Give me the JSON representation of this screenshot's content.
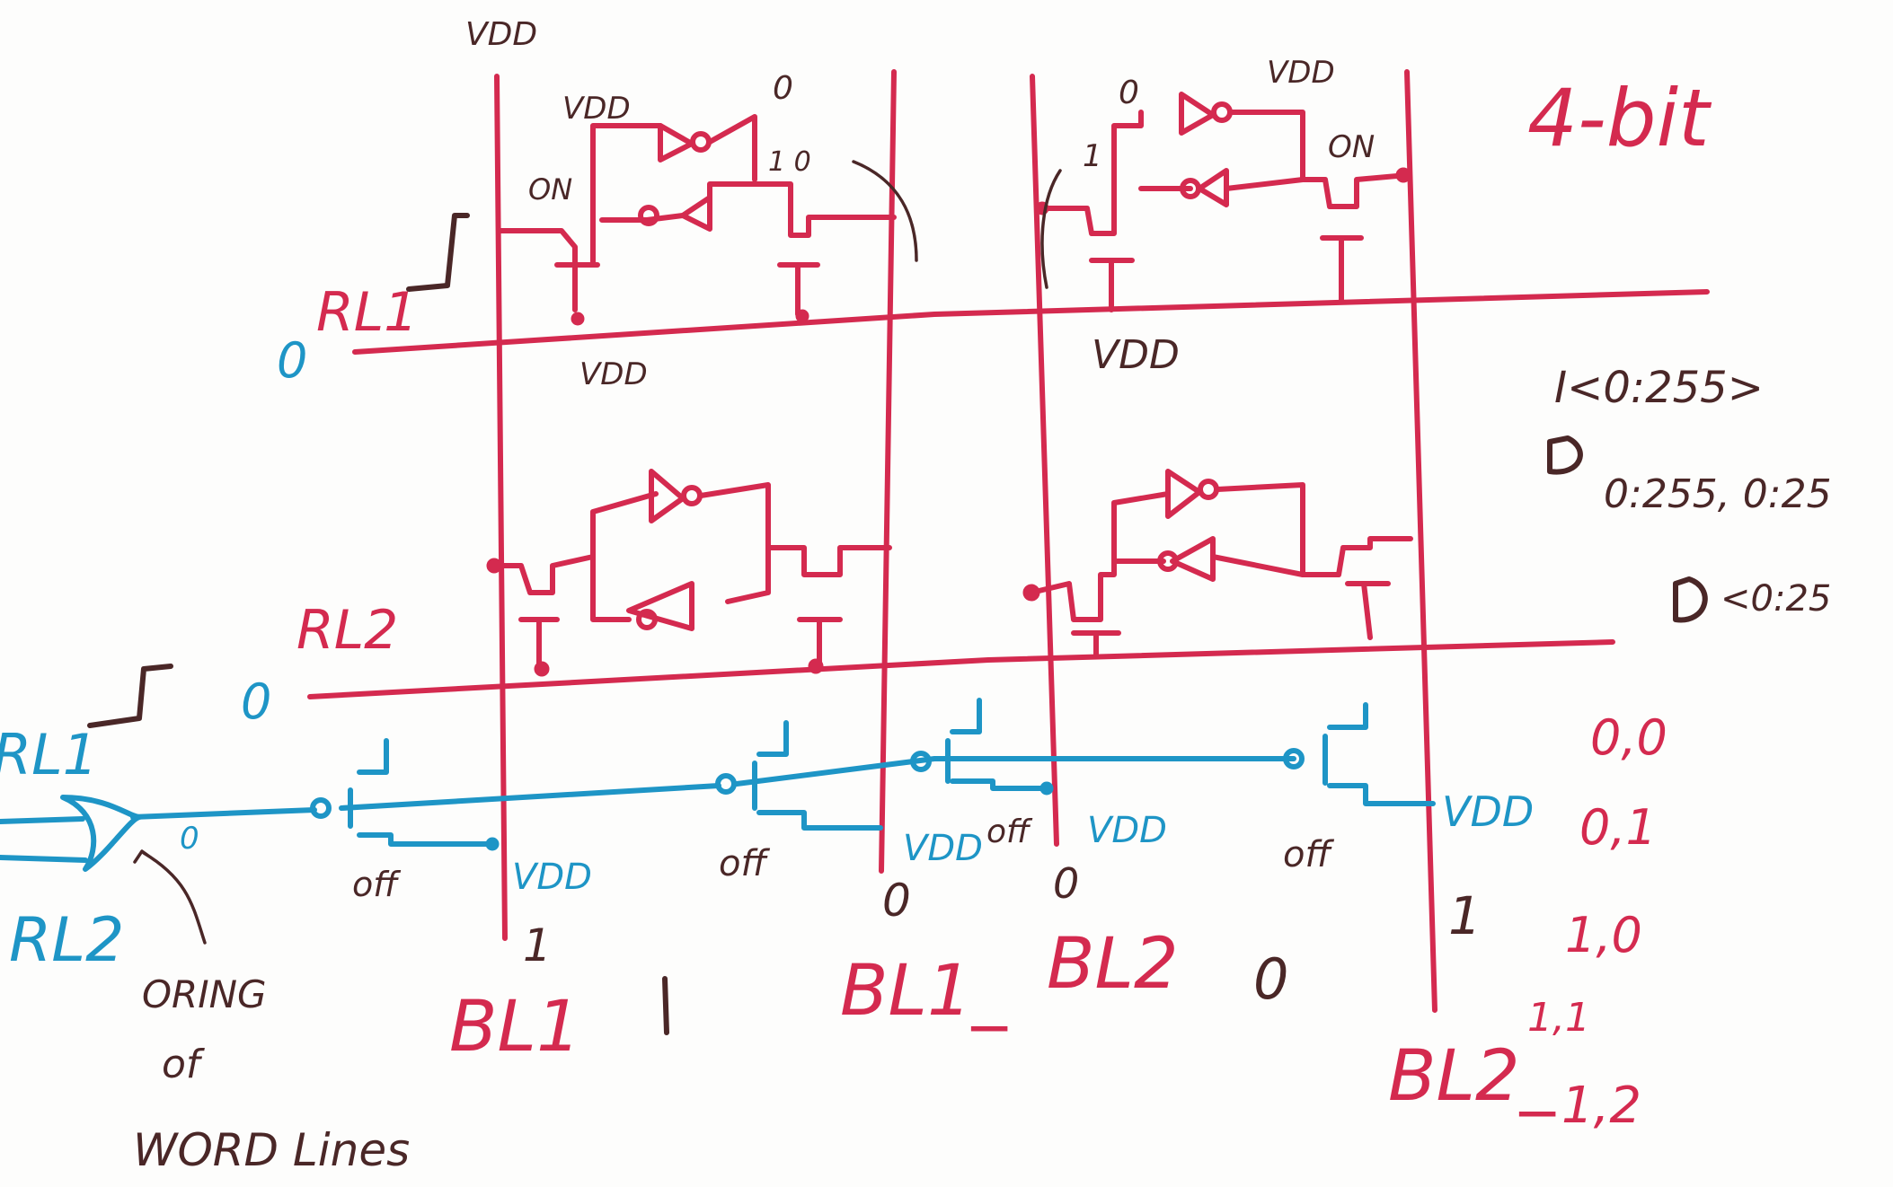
{
  "colors": {
    "red": "#d42a4f",
    "blue": "#1e95c6",
    "brown": "#4a2727",
    "paper": "#fdfdfc"
  },
  "labels": {
    "title": "4-bit",
    "vdd_top": "VDD",
    "rl1": "RL1",
    "rl2": "RL2",
    "rl1_input": "RL1",
    "rl2_input": "RL2",
    "zero": "0",
    "one": "1",
    "on": "ON",
    "off": "off",
    "vdd": "VDD",
    "ten": "1 0",
    "bl1": "BL1",
    "bl1_bar": "BL1_",
    "bl2": "BL2",
    "bl2_bar": "BL2_",
    "oring_line1": "ORING",
    "oring_line2": "of",
    "oring_line3": "WORD Lines",
    "index_range": "I<0:255>",
    "index_2d": "0:255, 0:25",
    "index_short": "<0:25"
  },
  "address_table": [
    "0,0",
    "0,1",
    "1,0",
    "1,1",
    "1,2"
  ]
}
